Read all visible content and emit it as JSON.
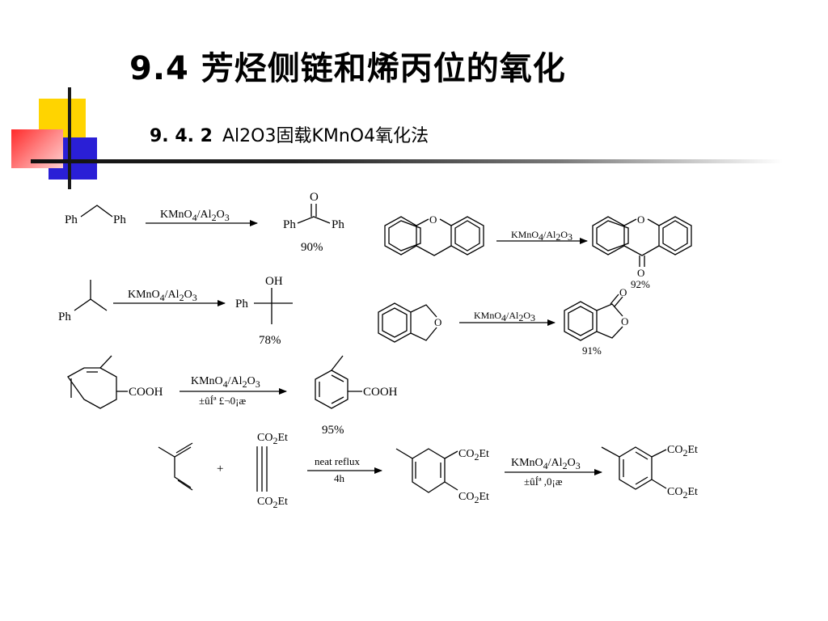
{
  "title": "9.4 芳烃侧链和烯丙位的氧化",
  "subtitle": {
    "number": "9. 4. 2",
    "text": "Al2O3固载KMnO4氧化法"
  },
  "scheme": {
    "ph": "Ph",
    "oh": "OH",
    "o": "O",
    "cooh": "COOH",
    "co2et": "CO",
    "sub2": "2",
    "et": "Et",
    "plus": "+",
    "reagent": {
      "main": "KMnO",
      "sub4": "4",
      "slash": "/Al",
      "sub2": "2",
      "o": "O",
      "sub3": "3"
    },
    "garbled1": "±ûÍª £¬0¡æ",
    "garbled2": "±ûÍª ,0¡æ",
    "neat_reflux": "neat reflux",
    "time": "4h",
    "yields": {
      "r1": "90%",
      "r2": "92%",
      "r3": "78%",
      "r4": "91%",
      "r5": "95%"
    }
  }
}
